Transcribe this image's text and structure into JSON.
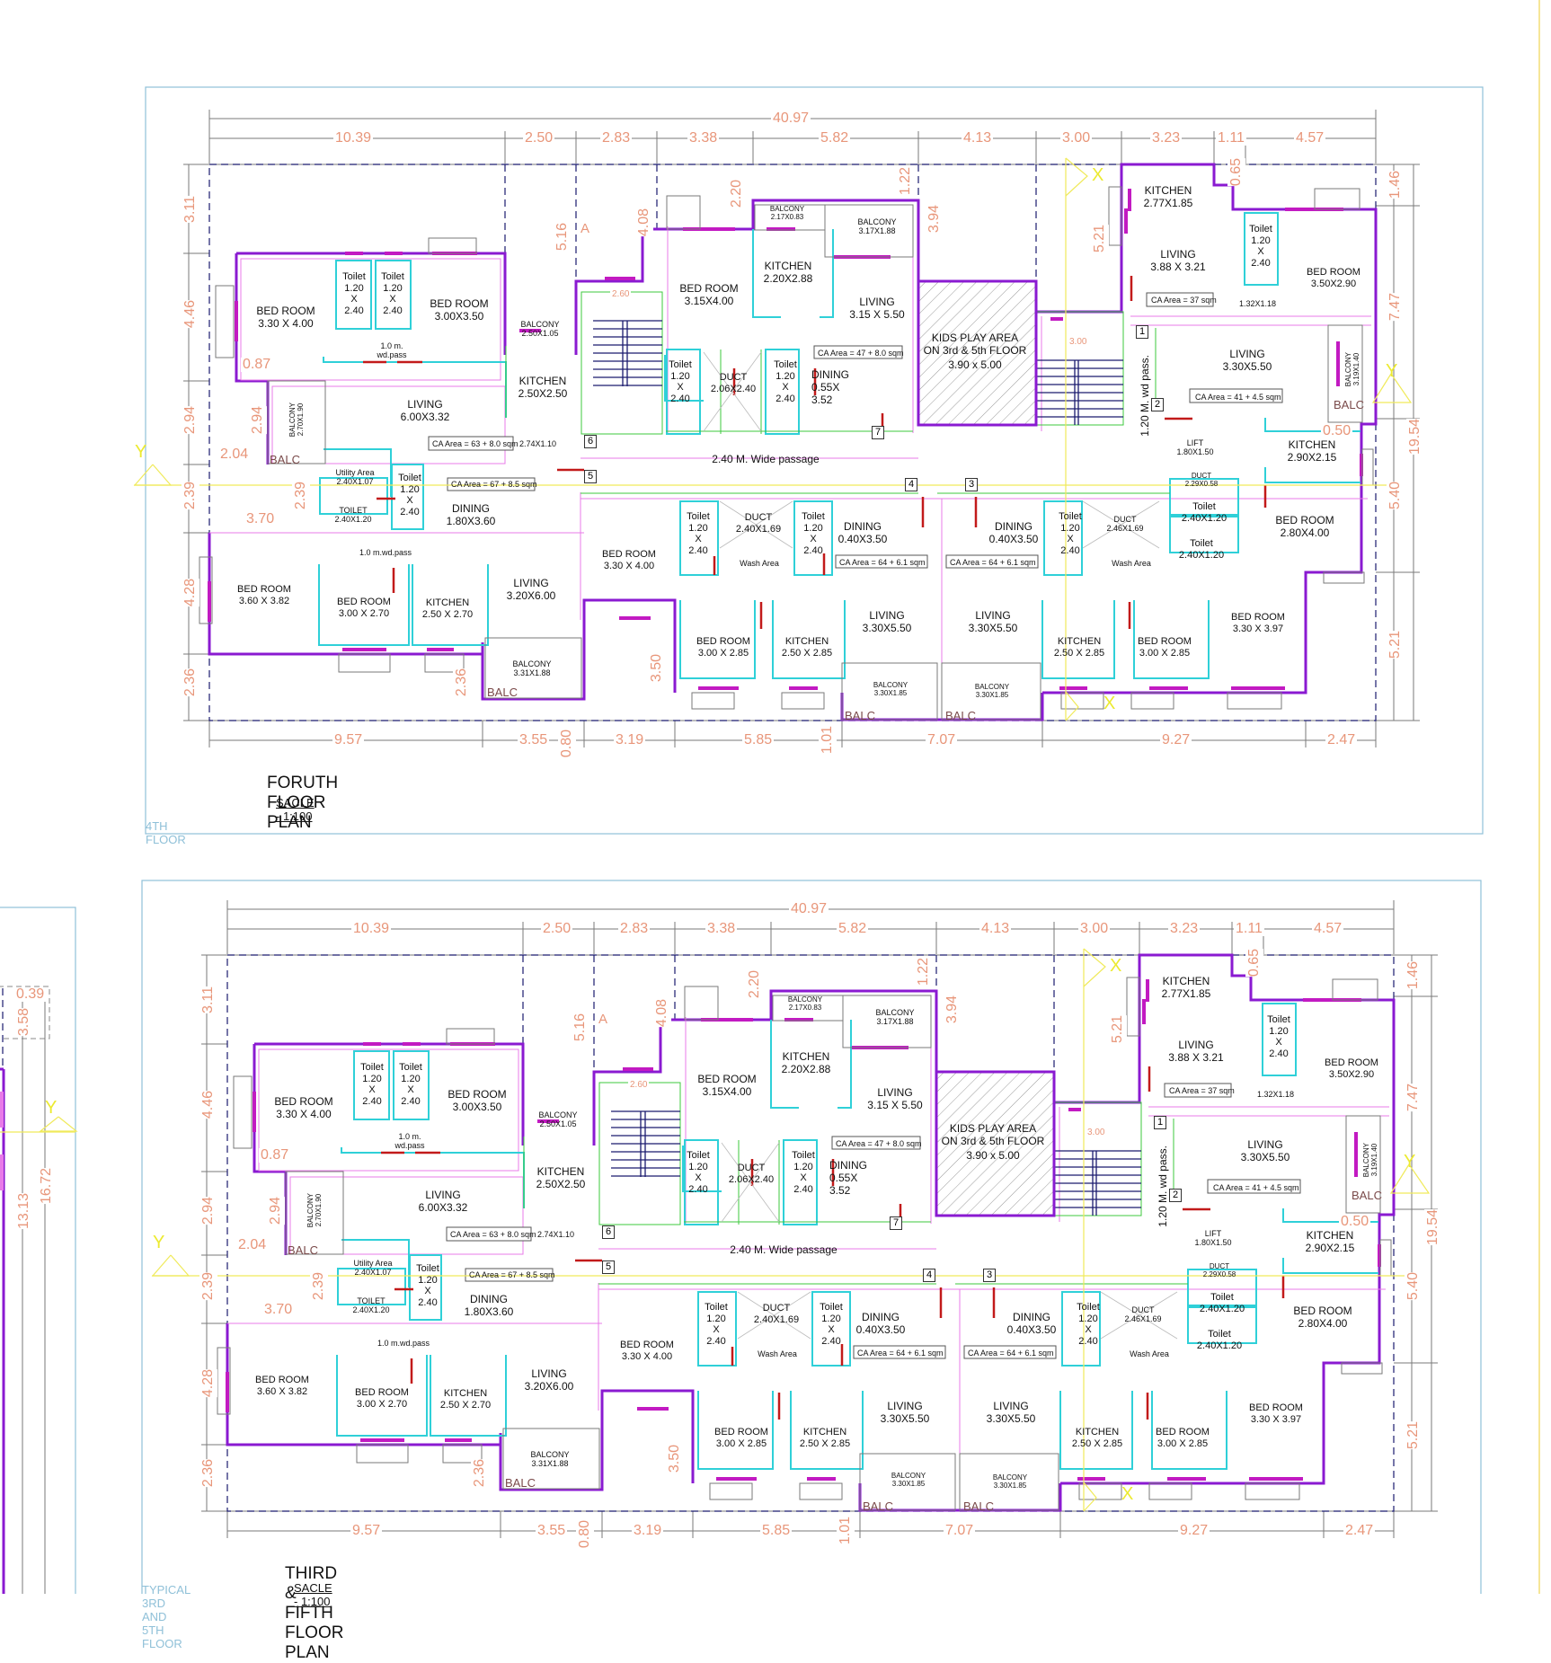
{
  "drawing": {
    "scale_label": "SACLE - 1:100",
    "layer_top": "4TH FLOOR",
    "layer_bottom": "TYPICAL 3RD AND 5TH FLOOR"
  },
  "plans": [
    {
      "id": "fourth",
      "title": "FORUTH FLOOR PLAN",
      "scale": "SACLE - 1:100"
    },
    {
      "id": "third_fifth",
      "title": "THIRD & FIFTH  FLOOR PLAN",
      "scale": "SACLE - 1:100"
    }
  ],
  "dimensions": {
    "overall_width": "40.97",
    "top_segments": [
      "10.39",
      "2.50",
      "2.83",
      "3.38",
      "5.82",
      "4.13",
      "3.00",
      "3.23",
      "1.11",
      "4.57"
    ],
    "bottom_segments": [
      "9.57",
      "3.55",
      "0.80",
      "3.19",
      "5.85",
      "1.01",
      "7.07",
      "9.27",
      "2.47"
    ],
    "left_segments": [
      "3.11",
      "4.46",
      "2.94",
      "2.39",
      "4.28",
      "2.36"
    ],
    "left_inner": [
      "0.87",
      "2.94",
      "2.04",
      "2.39",
      "3.70",
      "2.36"
    ],
    "right_segments": [
      "1.46",
      "7.47",
      "5.40",
      "5.21"
    ],
    "right_overall": "19.54",
    "inner": [
      "5.16",
      "4.08",
      "2.20",
      "1.22",
      "3.94",
      "5.21",
      "0.65",
      "3.50",
      "0.50",
      "2.60",
      "1.20",
      "3.00",
      "1.50"
    ],
    "left_partial": [
      "0.39",
      "3.58",
      "16.72",
      "13.13"
    ]
  },
  "rooms": {
    "bed1": {
      "name": "BED ROOM",
      "size": "3.30 X 4.00"
    },
    "toilet1": {
      "name": "Toilet",
      "a": "1.20",
      "x": "X",
      "b": "2.40"
    },
    "toilet2": {
      "name": "Toilet",
      "a": "1.20",
      "x": "X",
      "b": "2.40"
    },
    "bed2": {
      "name": "BED ROOM",
      "size": "3.00X3.50"
    },
    "wdpass1": {
      "a": "1.0 m.",
      "b": "wd.pass"
    },
    "balc1": {
      "name": "BALCONY",
      "size": "2.50X1.05"
    },
    "kitchen1": {
      "name": "KITCHEN",
      "size": "2.50X2.50"
    },
    "balc2": {
      "name": "BALCONY",
      "size": "2.70X1.90"
    },
    "living1": {
      "name": "LIVING",
      "size": "6.00X3.32"
    },
    "ca1": "CA Area = 63 + 8.0 sqm",
    "dim274": "2.74X1.10",
    "utility": {
      "name": "Utility Area",
      "size": "2.40X1.07"
    },
    "toilet3": {
      "name": "Toilet",
      "a": "1.20",
      "x": "X",
      "b": "2.40"
    },
    "toilet4": {
      "name": "TOILET",
      "size": "2.40X1.20"
    },
    "ca2": "CA Area = 67 + 8.5 sqm",
    "dining1": {
      "name": "DINING",
      "size": "1.80X3.60"
    },
    "wdpass2": "1.0 m.wd.pass",
    "bed3": {
      "name": "BED ROOM",
      "size": "3.60 X 3.82"
    },
    "bed4": {
      "name": "BED ROOM",
      "size": "3.00 X 2.70"
    },
    "kitchen2": {
      "name": "KITCHEN",
      "size": "2.50 X 2.70"
    },
    "living2": {
      "name": "LIVING",
      "size": "3.20X6.00"
    },
    "balc3": {
      "name": "BALCONY",
      "size": "3.31X1.88"
    },
    "bed5": {
      "name": "BED ROOM",
      "size": "3.15X4.00"
    },
    "balc4": {
      "name": "BALCONY",
      "size": "2.17X0.83"
    },
    "kitchen3": {
      "name": "KITCHEN",
      "size": "2.20X2.88"
    },
    "balc5": {
      "name": "BALCONY",
      "size": "3.17X1.88"
    },
    "living3": {
      "name": "LIVING",
      "size": "3.15 X 5.50"
    },
    "ca3": "CA Area = 47 + 8.0 sqm",
    "toilet5": {
      "name": "Toilet",
      "a": "1.20",
      "x": "X",
      "b": "2.40"
    },
    "duct1": {
      "name": "DUCT",
      "size": "2.06X2.40"
    },
    "toilet6": {
      "name": "Toilet",
      "a": "1.20",
      "x": "X",
      "b": "2.40"
    },
    "dining2": {
      "name": "DINING",
      "a": "0.55X",
      "b": "3.52"
    },
    "kids": {
      "a": "KIDS PLAY AREA",
      "b": "ON 3rd & 5th FLOOR",
      "size": "3.90 x 5.00"
    },
    "passage": "2.40 M. Wide passage",
    "bed6": {
      "name": "BED ROOM",
      "size": "3.30 X 4.00"
    },
    "toilet7": {
      "name": "Toilet",
      "a": "1.20",
      "x": "X",
      "b": "2.40"
    },
    "duct2": {
      "name": "DUCT",
      "size": "2.40X1.69"
    },
    "wash1": "Wash Area",
    "toilet8": {
      "name": "Toilet",
      "a": "1.20",
      "x": "X",
      "b": "2.40"
    },
    "dining3": {
      "name": "DINING",
      "size": "0.40X3.50"
    },
    "ca4": "CA Area = 64 + 6.1 sqm",
    "bed7": {
      "name": "BED ROOM",
      "size": "3.00 X 2.85"
    },
    "kitchen4": {
      "name": "KITCHEN",
      "size": "2.50 X 2.85"
    },
    "living4": {
      "name": "LIVING",
      "size": "3.30X5.50"
    },
    "balc6": {
      "name": "BALCONY",
      "size": "3.30X1.85"
    },
    "dining4": {
      "name": "DINING",
      "size": "0.40X3.50"
    },
    "ca5": "CA Area = 64 + 6.1 sqm",
    "toilet9": {
      "name": "Toilet",
      "a": "1.20",
      "x": "X",
      "b": "2.40"
    },
    "duct3": {
      "name": "DUCT",
      "size": "2.46X1.69"
    },
    "wash2": "Wash Area",
    "living5": {
      "name": "LIVING",
      "size": "3.30X5.50"
    },
    "balc7": {
      "name": "BALCONY",
      "size": "3.30X1.85"
    },
    "kitchen5": {
      "name": "KITCHEN",
      "size": "2.50 X 2.85"
    },
    "bed8": {
      "name": "BED ROOM",
      "size": "3.00 X 2.85"
    },
    "bed9": {
      "name": "BED ROOM",
      "size": "3.30 X 3.97"
    },
    "kitchen6": {
      "name": "KITCHEN",
      "size": "2.77X1.85"
    },
    "living6": {
      "name": "LIVING",
      "size": "3.88 X 3.21"
    },
    "ca6": "CA Area = 37 sqm",
    "toilet10": {
      "name": "Toilet",
      "a": "1.20",
      "x": "X",
      "b": "2.40"
    },
    "dim132": "1.32X1.18",
    "bed10": {
      "name": "BED ROOM",
      "size": "3.50X2.90"
    },
    "wdpass3": "1.20 M. wd pass.",
    "living7": {
      "name": "LIVING",
      "size": "3.30X5.50"
    },
    "ca7": "CA Area = 41 + 4.5 sqm",
    "balc8": {
      "name": "BALCONY",
      "size": "3.19X1.40"
    },
    "lift": {
      "name": "LIFT",
      "size": "1.80X1.50"
    },
    "duct4": {
      "name": "DUCT",
      "size": "2.29X0.58"
    },
    "kitchen7": {
      "name": "KITCHEN",
      "size": "2.90X2.15"
    },
    "toilet11": {
      "name": "Toilet",
      "size": "2.40X1.20"
    },
    "toilet12": {
      "name": "Toilet",
      "size": "2.40X1.20"
    },
    "bed11": {
      "name": "BED ROOM",
      "size": "2.80X4.00"
    }
  },
  "markers": {
    "balc": "BALC",
    "section_a": "A",
    "axis_x": "X",
    "axis_y": "Y",
    "entries": [
      "1",
      "2",
      "3",
      "4",
      "5",
      "6",
      "7"
    ]
  }
}
